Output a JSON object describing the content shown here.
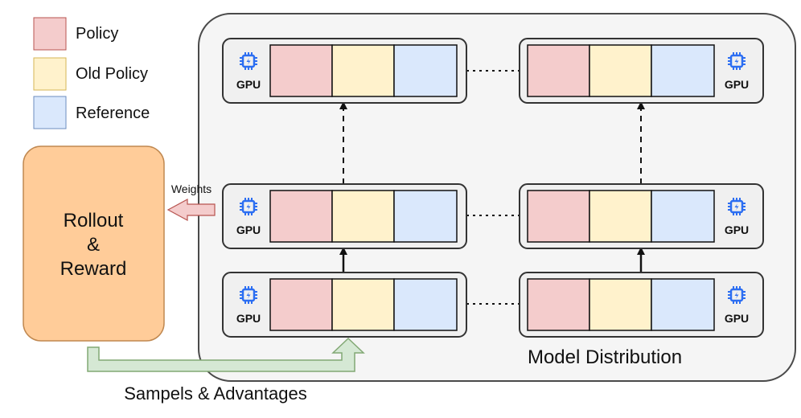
{
  "legend": {
    "items": [
      {
        "label": "Policy",
        "color": "#f4cccc"
      },
      {
        "label": "Old Policy",
        "color": "#fff2cc"
      },
      {
        "label": "Reference",
        "color": "#dae8fc"
      }
    ]
  },
  "rollout": {
    "line1": "Rollout",
    "line2": "&",
    "line3": "Reward",
    "fill": "#ffcc99",
    "stroke": "#c08850"
  },
  "weights_label": "Weights",
  "samples_label": "Sampels & Advantages",
  "cluster_label": "Model Distribution",
  "gpu_label": "GPU",
  "colors": {
    "cluster_fill": "#f5f5f5",
    "node_fill": "#f0f0f0",
    "gpu_icon": "#2c6ef2",
    "weights_arrow_fill": "#f4cccc",
    "weights_arrow_stroke": "#b85450",
    "samples_arrow_fill": "#d5e8d4",
    "samples_arrow_stroke": "#82a874"
  },
  "icons": {
    "gpu": "cpu-chip-icon"
  }
}
